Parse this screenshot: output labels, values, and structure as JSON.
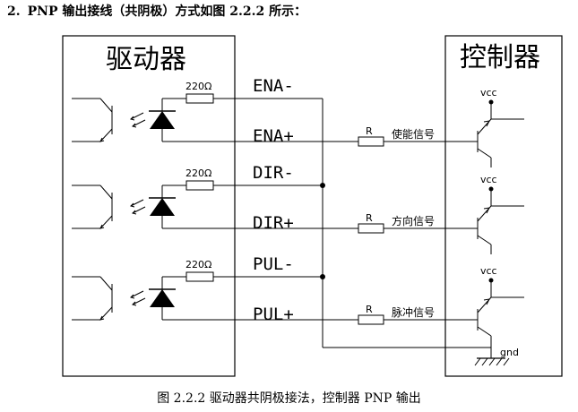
{
  "heading": {
    "number": "2.",
    "text": "PNP 输出接线（共阴极）方式如图 2.2.2 所示："
  },
  "driver": {
    "title": "驱动器"
  },
  "controller": {
    "title": "控制器"
  },
  "resistor_label": "220Ω",
  "channels": [
    {
      "minus": "ENA-",
      "plus": "ENA+",
      "r_label": "R",
      "signal": "使能信号",
      "vcc": "vcc"
    },
    {
      "minus": "DIR-",
      "plus": "DIR+",
      "r_label": "R",
      "signal": "方向信号",
      "vcc": "vcc"
    },
    {
      "minus": "PUL-",
      "plus": "PUL+",
      "r_label": "R",
      "signal": "脉冲信号",
      "vcc": "vcc"
    }
  ],
  "ground_label": "gnd",
  "caption": "图 2.2.2  驱动器共阴极接法，控制器 PNP 输出"
}
